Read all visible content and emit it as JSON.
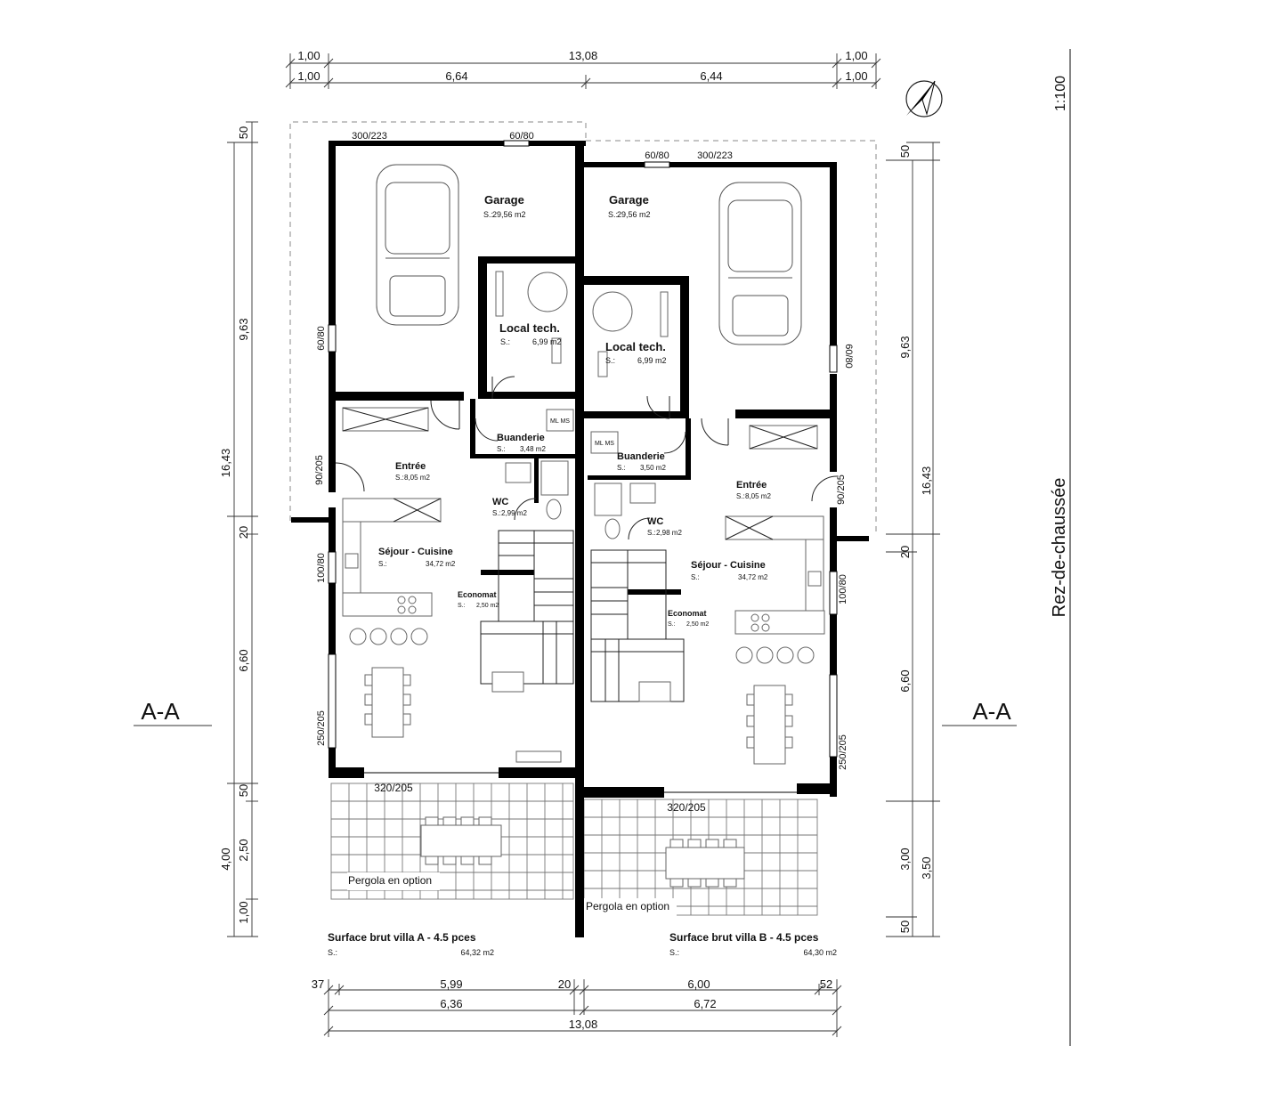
{
  "scale": "1:100",
  "floor_title": "Rez-de-chaussée",
  "section_label": "A-A",
  "top_dims": {
    "row1": [
      "1,00",
      "13,08",
      "1,00"
    ],
    "row2": [
      "1,00",
      "6,64",
      "6,44",
      "1,00"
    ]
  },
  "left_dims": {
    "outer": [
      "16,43",
      "4,00"
    ],
    "inner": [
      "50",
      "9,63",
      "20",
      "6,60",
      "50",
      "2,50",
      "1,00"
    ]
  },
  "right_dims": {
    "outer": [
      "16,43",
      "3,50"
    ],
    "inner": [
      "50",
      "9,63",
      "20",
      "6,60",
      "3,00",
      "50"
    ]
  },
  "bottom_dims": {
    "row1": [
      "37",
      "5,99",
      "20",
      "6,00",
      "52"
    ],
    "row2": [
      "6,36",
      "6,72"
    ],
    "row3": [
      "13,08"
    ]
  },
  "openings": {
    "a_garage_door": "300/223",
    "a_garage_window": "60/80",
    "b_garage_window": "60/80",
    "b_garage_door": "300/223",
    "a_side_garage": "60/80",
    "b_side_garage": "60/80",
    "a_entry": "90/205",
    "b_entry": "90/205",
    "a_kitchen": "100/80",
    "b_kitchen": "100/80",
    "a_living": "250/205",
    "b_living": "250/205",
    "a_terrace": "320/205",
    "b_terrace": "320/205"
  },
  "rooms_a": [
    {
      "name": "Garage",
      "s": "S.:",
      "area": "29,56 m2"
    },
    {
      "name": "Local tech.",
      "s": "S.:",
      "area": "6,99 m2"
    },
    {
      "name": "Buanderie",
      "s": "S.:",
      "area": "3,48 m2"
    },
    {
      "name": "Entrée",
      "s": "S.:",
      "area": "8,05 m2"
    },
    {
      "name": "WC",
      "s": "S.:",
      "area": "2,99 m2"
    },
    {
      "name": "Séjour - Cuisine",
      "s": "S.:",
      "area": "34,72 m2"
    },
    {
      "name": "Economat",
      "s": "S.:",
      "area": "2,50 m2"
    }
  ],
  "rooms_b": [
    {
      "name": "Garage",
      "s": "S.:",
      "area": "29,56 m2"
    },
    {
      "name": "Local tech.",
      "s": "S.:",
      "area": "6,99 m2"
    },
    {
      "name": "Buanderie",
      "s": "S.:",
      "area": "3,50 m2"
    },
    {
      "name": "Entrée",
      "s": "S.:",
      "area": "8,05 m2"
    },
    {
      "name": "WC",
      "s": "S.:",
      "area": "2,98 m2"
    },
    {
      "name": "Séjour - Cuisine",
      "s": "S.:",
      "area": "34,72 m2"
    },
    {
      "name": "Economat",
      "s": "S.:",
      "area": "2,50 m2"
    }
  ],
  "appliance_label": "ML MS",
  "pergola_label": "Pergola en option",
  "summary_a": {
    "title": "Surface brut villa A - 4.5 pces",
    "s": "S.:",
    "area": "64,32 m2"
  },
  "summary_b": {
    "title": "Surface brut villa B - 4.5 pces",
    "s": "S.:",
    "area": "64,30 m2"
  }
}
